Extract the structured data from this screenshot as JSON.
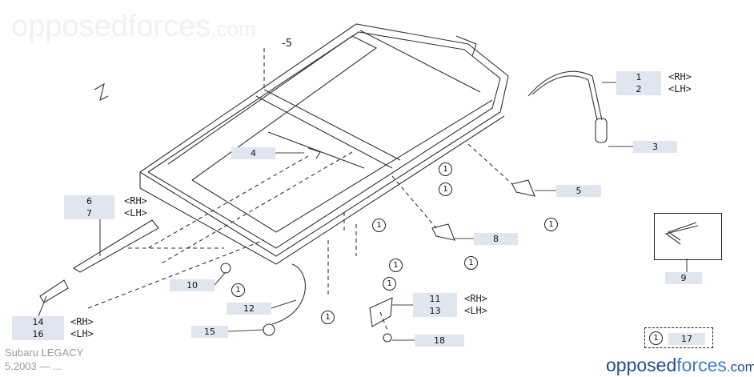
{
  "watermark": {
    "main": "opposedforces",
    "suffix": ".com"
  },
  "assembly_ref": "-5",
  "labels": [
    {
      "num": "1",
      "side": "<RH>"
    },
    {
      "num": "2",
      "side": "<LH>"
    },
    {
      "num": "3"
    },
    {
      "num": "4"
    },
    {
      "num": "5"
    },
    {
      "num": "6",
      "side": "<RH>"
    },
    {
      "num": "7",
      "side": "<LH>"
    },
    {
      "num": "8"
    },
    {
      "num": "9"
    },
    {
      "num": "10"
    },
    {
      "num": "11",
      "side": "<RH>"
    },
    {
      "num": "13",
      "side": "<LH>"
    },
    {
      "num": "12"
    },
    {
      "num": "14",
      "side": "<RH>"
    },
    {
      "num": "16",
      "side": "<LH>"
    },
    {
      "num": "15"
    },
    {
      "num": "18"
    },
    {
      "num": "17"
    }
  ],
  "callout_symbol": "1",
  "footer": {
    "model": "Subaru LEGACY",
    "date": "5.2003 — ..."
  },
  "logo": {
    "a": "opposed",
    "b": "forces",
    "c": ".com"
  }
}
